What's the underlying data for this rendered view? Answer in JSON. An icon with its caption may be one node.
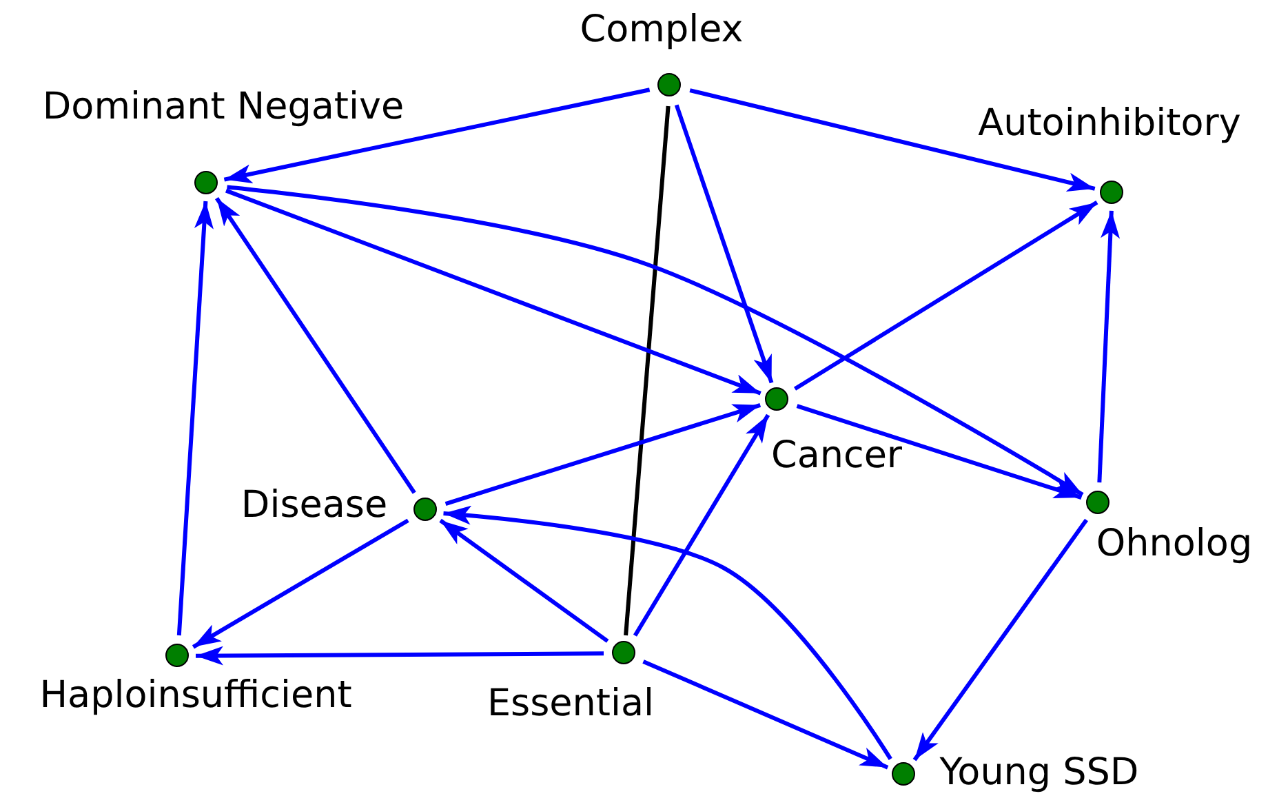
{
  "diagram": {
    "nodes": [
      {
        "text": [
          "Complex"
        ]
      },
      {
        "text": [
          "Dominant Negative"
        ]
      },
      {
        "text": [
          "Autoinhibitory"
        ]
      },
      {
        "text": [
          "Cancer"
        ]
      },
      {
        "text": [
          "Disease"
        ]
      },
      {
        "text": [
          "Ohnolog"
        ]
      },
      {
        "text": [
          "Haploinsufficient"
        ]
      },
      {
        "text": [
          "Essential"
        ]
      },
      {
        "text": [
          "Young SSD"
        ]
      }
    ],
    "edges": [
      {
        "from": 0,
        "to": 1,
        "arrow": "to"
      },
      {
        "from": 0,
        "to": 2,
        "arrow": "to"
      },
      {
        "from": 0,
        "to": 3,
        "arrow": "to"
      },
      {
        "from": 0,
        "to": 7,
        "arrow": "none",
        "color": "#000000"
      },
      {
        "from": 1,
        "to": 3,
        "arrow": "to"
      },
      {
        "from": 1,
        "to": 5,
        "arrow": "to"
      },
      {
        "from": 3,
        "to": 2,
        "arrow": "to"
      },
      {
        "from": 3,
        "to": 5,
        "arrow": "to"
      },
      {
        "from": 5,
        "to": 2,
        "arrow": "to"
      },
      {
        "from": 5,
        "to": 8,
        "arrow": "to"
      },
      {
        "from": 4,
        "to": 1,
        "arrow": "to"
      },
      {
        "from": 4,
        "to": 3,
        "arrow": "to"
      },
      {
        "from": 4,
        "to": 6,
        "arrow": "to"
      },
      {
        "from": 6,
        "to": 1,
        "arrow": "to"
      },
      {
        "from": 7,
        "to": 6,
        "arrow": "to"
      },
      {
        "from": 7,
        "to": 4,
        "arrow": "to"
      },
      {
        "from": 7,
        "to": 3,
        "arrow": "to"
      },
      {
        "from": 7,
        "to": 8,
        "arrow": "to"
      },
      {
        "from": 8,
        "to": 4,
        "arrow": "to"
      }
    ]
  }
}
